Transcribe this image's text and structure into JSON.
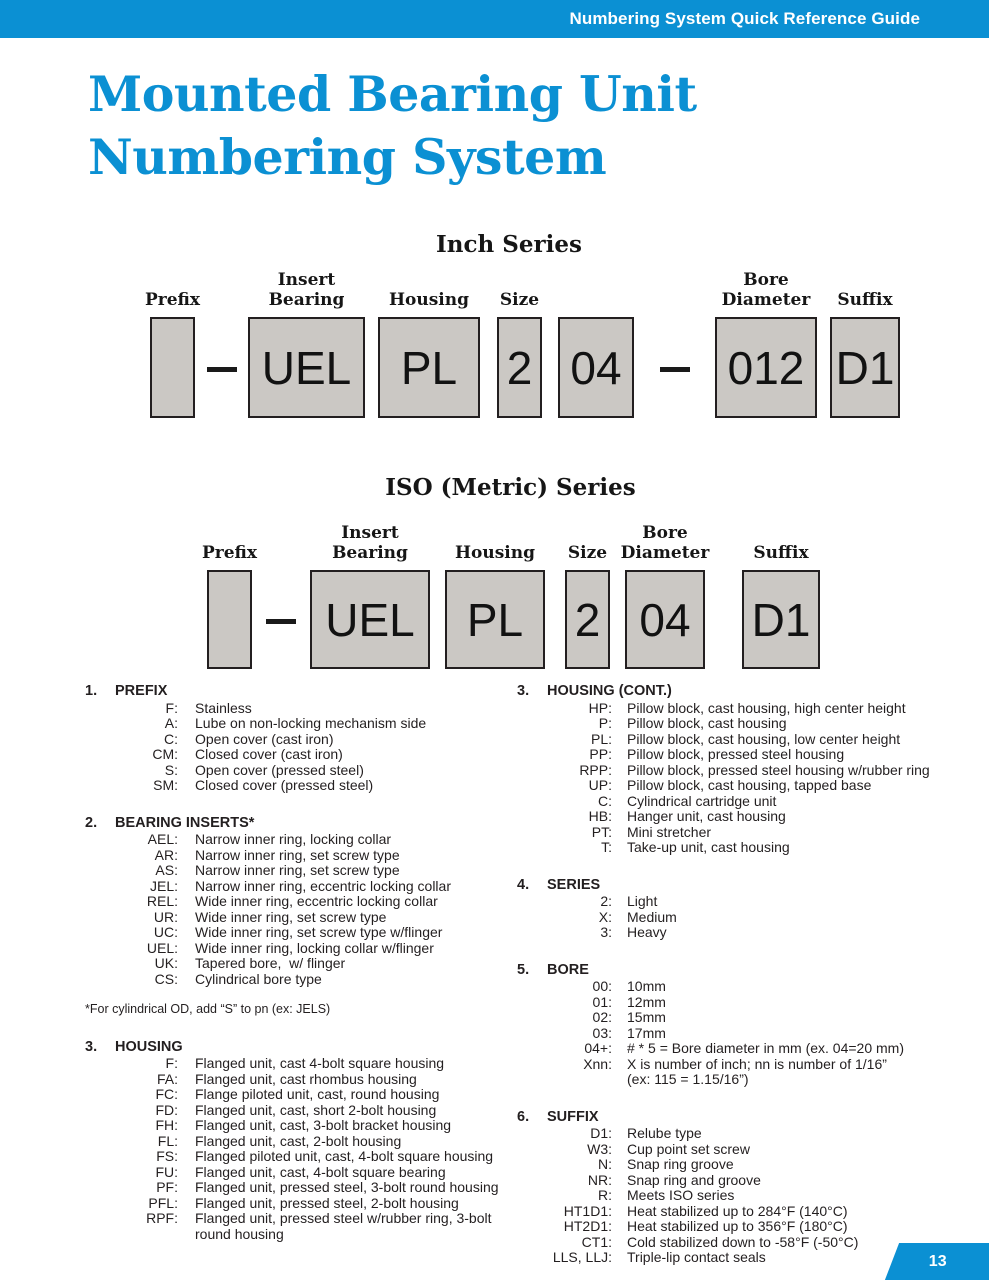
{
  "colors": {
    "brand_blue": "#0b90d3",
    "box_fill": "#cbc8c4",
    "box_border": "#231f20"
  },
  "header": {
    "title": "Numbering System Quick Reference Guide"
  },
  "title": {
    "line1": "Mounted Bearing Unit",
    "line2": "Numbering System"
  },
  "inch_series": {
    "title": "Inch Series",
    "segments": [
      {
        "type": "box",
        "name": "prefix-box",
        "label_lines": [
          "Prefix"
        ],
        "value": "",
        "width": 45
      },
      {
        "type": "dash",
        "width": 53
      },
      {
        "type": "box",
        "name": "insert-bearing-box",
        "label_lines": [
          "Insert",
          "Bearing"
        ],
        "value": "UEL",
        "width": 117
      },
      {
        "type": "gap",
        "width": 13
      },
      {
        "type": "box",
        "name": "housing-box",
        "label_lines": [
          "Housing"
        ],
        "value": "PL",
        "width": 102
      },
      {
        "type": "gap",
        "width": 17
      },
      {
        "type": "box",
        "name": "size-box",
        "label_lines": [
          "Size"
        ],
        "value": "2",
        "width": 45
      },
      {
        "type": "gap",
        "width": 16
      },
      {
        "type": "box",
        "name": "size2-box",
        "label_lines": [],
        "value": "04",
        "width": 76
      },
      {
        "type": "dash",
        "width": 81
      },
      {
        "type": "box",
        "name": "bore-diameter-box",
        "label_lines": [
          "Bore",
          "Diameter"
        ],
        "value": "012",
        "width": 102
      },
      {
        "type": "gap",
        "width": 13
      },
      {
        "type": "box",
        "name": "suffix-box",
        "label_lines": [
          "Suffix"
        ],
        "value": "D1",
        "width": 70
      }
    ]
  },
  "iso_series": {
    "title": "ISO (Metric) Series",
    "segments": [
      {
        "type": "box",
        "name": "prefix-box",
        "label_lines": [
          "Prefix"
        ],
        "value": "",
        "width": 45
      },
      {
        "type": "dash",
        "width": 58
      },
      {
        "type": "box",
        "name": "insert-bearing-box",
        "label_lines": [
          "Insert",
          "Bearing"
        ],
        "value": "UEL",
        "width": 120
      },
      {
        "type": "gap",
        "width": 15
      },
      {
        "type": "box",
        "name": "housing-box",
        "label_lines": [
          "Housing"
        ],
        "value": "PL",
        "width": 100
      },
      {
        "type": "gap",
        "width": 20
      },
      {
        "type": "box",
        "name": "size-box",
        "label_lines": [
          "Size"
        ],
        "value": "2",
        "width": 45
      },
      {
        "type": "gap",
        "width": 15
      },
      {
        "type": "box",
        "name": "bore-diameter-box",
        "label_lines": [
          "Bore",
          "Diameter"
        ],
        "value": "04",
        "width": 80
      },
      {
        "type": "gap",
        "width": 37
      },
      {
        "type": "box",
        "name": "suffix-box",
        "label_lines": [
          "Suffix"
        ],
        "value": "D1",
        "width": 78
      }
    ]
  },
  "left_column": {
    "sections": [
      {
        "num": "1.",
        "title": "PREFIX",
        "items": [
          {
            "code": "F",
            "desc": "Stainless"
          },
          {
            "code": "A",
            "desc": "Lube on non-locking mechanism side"
          },
          {
            "code": "C",
            "desc": "Open cover (cast iron)"
          },
          {
            "code": "CM",
            "desc": "Closed cover (cast iron)"
          },
          {
            "code": "S",
            "desc": "Open cover (pressed steel)"
          },
          {
            "code": "SM",
            "desc": "Closed cover (pressed steel)"
          }
        ]
      },
      {
        "num": "2.",
        "title": "BEARING INSERTS*",
        "items": [
          {
            "code": "AEL",
            "desc": "Narrow inner ring, locking collar"
          },
          {
            "code": "AR",
            "desc": "Narrow inner ring, set screw type"
          },
          {
            "code": "AS",
            "desc": "Narrow inner ring, set screw type"
          },
          {
            "code": "JEL",
            "desc": "Narrow inner ring, eccentric locking collar"
          },
          {
            "code": "REL",
            "desc": "Wide inner ring, eccentric locking collar"
          },
          {
            "code": "UR",
            "desc": "Wide inner ring, set screw type"
          },
          {
            "code": "UC",
            "desc": "Wide inner ring, set screw type w/flinger"
          },
          {
            "code": "UEL",
            "desc": "Wide inner ring, locking collar w/flinger"
          },
          {
            "code": "UK",
            "desc": "Tapered bore,  w/ flinger"
          },
          {
            "code": "CS",
            "desc": "Cylindrical bore type"
          }
        ]
      },
      {
        "type": "note",
        "text": "*For cylindrical OD, add “S” to pn (ex: JELS)"
      },
      {
        "num": "3.",
        "title": "HOUSING",
        "items": [
          {
            "code": "F",
            "desc": "Flanged unit, cast 4-bolt square housing"
          },
          {
            "code": "FA",
            "desc": "Flanged unit, cast rhombus housing"
          },
          {
            "code": "FC",
            "desc": "Flange piloted unit, cast, round housing"
          },
          {
            "code": "FD",
            "desc": "Flanged unit, cast, short 2-bolt housing"
          },
          {
            "code": "FH",
            "desc": "Flanged unit, cast, 3-bolt bracket housing"
          },
          {
            "code": "FL",
            "desc": "Flanged unit, cast, 2-bolt housing"
          },
          {
            "code": "FS",
            "desc": "Flanged piloted unit, cast, 4-bolt square housing"
          },
          {
            "code": "FU",
            "desc": "Flanged unit, cast, 4-bolt square bearing"
          },
          {
            "code": "PF",
            "desc": "Flanged unit, pressed steel, 3-bolt round housing"
          },
          {
            "code": "PFL",
            "desc": "Flanged unit, pressed steel, 2-bolt housing"
          },
          {
            "code": "RPF",
            "desc": "Flanged unit, pressed steel w/rubber ring, 3-bolt round housing"
          }
        ]
      }
    ]
  },
  "right_column": {
    "sections": [
      {
        "num": "3.",
        "title": "HOUSING (CONT.)",
        "items": [
          {
            "code": "HP",
            "desc": "Pillow block, cast housing, high center height"
          },
          {
            "code": "P",
            "desc": "Pillow block, cast housing"
          },
          {
            "code": "PL",
            "desc": "Pillow block, cast housing, low center height"
          },
          {
            "code": "PP",
            "desc": "Pillow block, pressed steel housing"
          },
          {
            "code": "RPP",
            "desc": "Pillow block, pressed steel housing w/rubber ring"
          },
          {
            "code": "UP",
            "desc": "Pillow block, cast housing, tapped base"
          },
          {
            "code": "C",
            "desc": "Cylindrical cartridge unit"
          },
          {
            "code": "HB",
            "desc": "Hanger unit, cast housing"
          },
          {
            "code": "PT",
            "desc": "Mini stretcher"
          },
          {
            "code": "T",
            "desc": "Take-up unit, cast housing"
          }
        ]
      },
      {
        "num": "4.",
        "title": "SERIES",
        "items": [
          {
            "code": "2",
            "desc": "Light"
          },
          {
            "code": "X",
            "desc": "Medium"
          },
          {
            "code": "3",
            "desc": "Heavy"
          }
        ]
      },
      {
        "num": "5.",
        "title": "BORE",
        "items": [
          {
            "code": "00",
            "desc": "10mm"
          },
          {
            "code": "01",
            "desc": "12mm"
          },
          {
            "code": "02",
            "desc": "15mm"
          },
          {
            "code": "03",
            "desc": "17mm"
          },
          {
            "code": "04+",
            "desc": "# * 5 = Bore diameter in mm (ex. 04=20 mm)"
          },
          {
            "code": "Xnn",
            "desc": "X is number of inch; nn is number of 1/16”\n(ex: 115 = 1.15/16”)"
          }
        ]
      },
      {
        "num": "6.",
        "title": "SUFFIX",
        "items": [
          {
            "code": "D1",
            "desc": "Relube type"
          },
          {
            "code": "W3",
            "desc": "Cup point set screw"
          },
          {
            "code": "N",
            "desc": "Snap ring groove"
          },
          {
            "code": "NR",
            "desc": "Snap ring and groove"
          },
          {
            "code": "R",
            "desc": "Meets ISO series"
          },
          {
            "code": "HT1D1",
            "desc": "Heat stabilized up to 284°F (140°C)"
          },
          {
            "code": "HT2D1",
            "desc": "Heat stabilized up to 356°F (180°C)"
          },
          {
            "code": "CT1",
            "desc": "Cold stabilized down to -58°F (-50°C)"
          },
          {
            "code": "LLS, LLJ",
            "desc": "Triple-lip contact seals"
          }
        ]
      }
    ]
  },
  "footer": {
    "page_number": "13"
  }
}
